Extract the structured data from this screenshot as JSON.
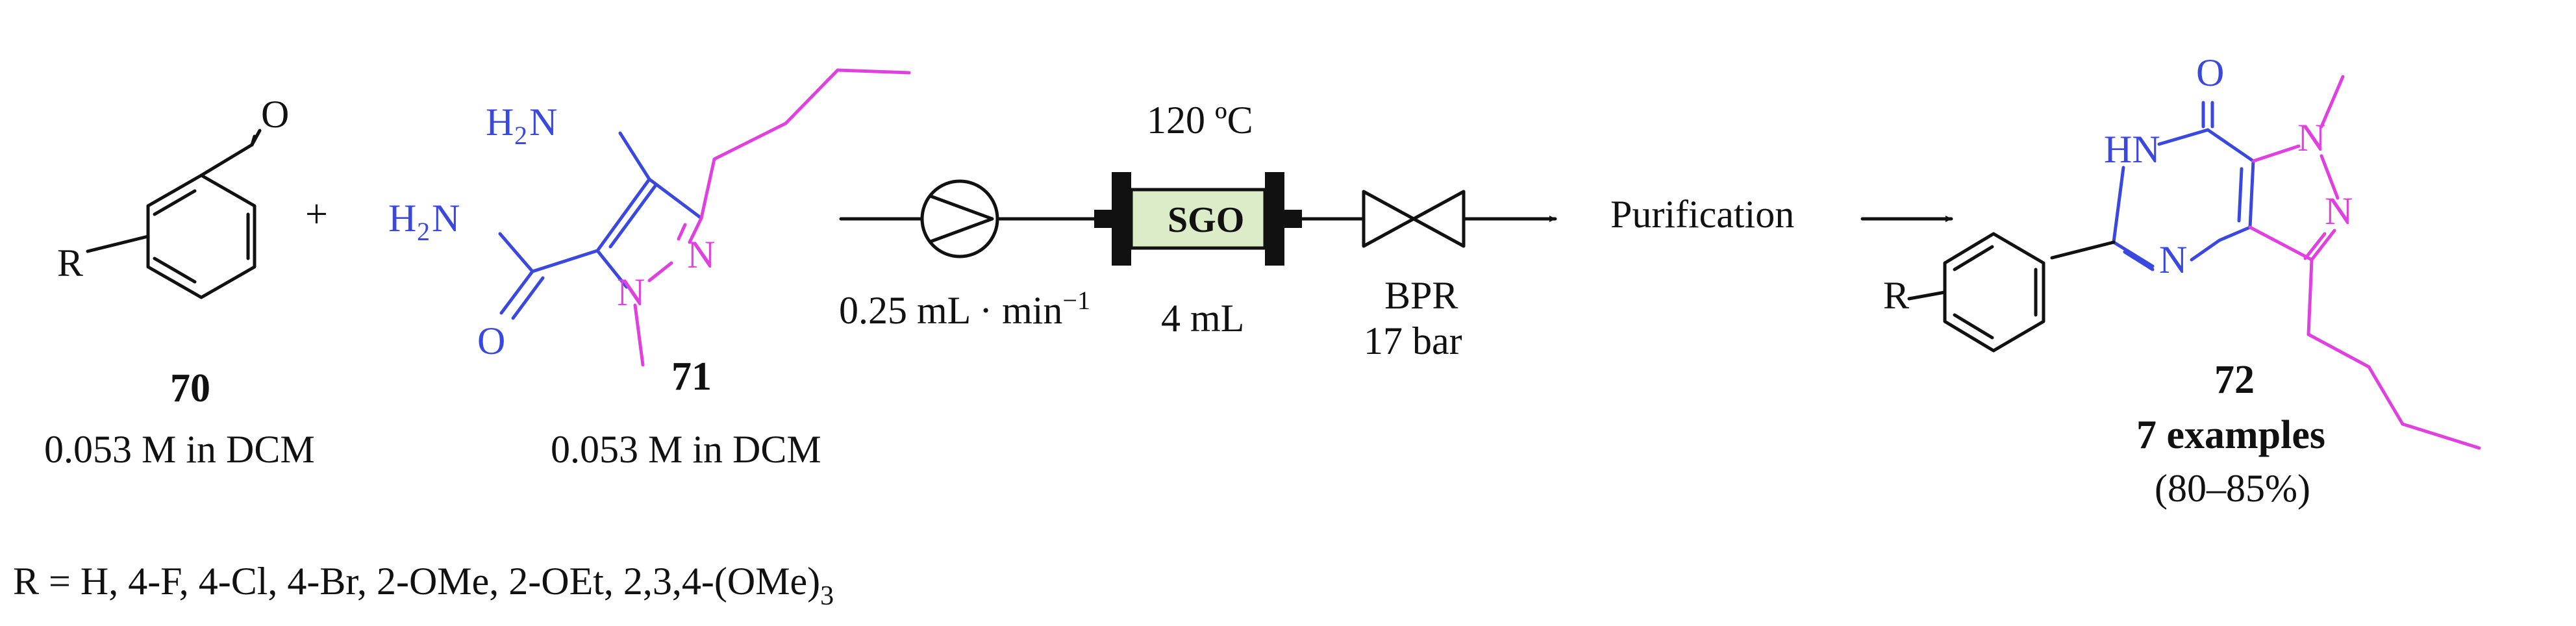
{
  "reactant_aldehyde": {
    "r_label": "R",
    "o_label": "O",
    "compound_number": "70",
    "concentration": "0.053 M in DCM"
  },
  "plus_sign": "+",
  "reactant_pyrazole": {
    "nh2_top_label": "H",
    "nh2_top_sub": "2",
    "nh2_top_n": "N",
    "amide_label": "H",
    "amide_sub": "2",
    "amide_n": "N",
    "o_label": "O",
    "n_label_1": "N",
    "n_label_2": "N",
    "compound_number": "71",
    "concentration": "0.053 M in DCM"
  },
  "flow_setup": {
    "temperature": "120 ºC",
    "reactor_label": "SGO",
    "reactor_volume": "4 mL",
    "flow_rate": "0.25 mL · min",
    "flow_rate_exp": "−1",
    "bpr_label": "BPR",
    "bpr_pressure": "17 bar",
    "purification_label": "Purification"
  },
  "product": {
    "o_label": "O",
    "hn_label": "HN",
    "n_methyl_label": "N",
    "n_label": "N",
    "n_ring_label": "N",
    "r_label": "R",
    "compound_number": "72",
    "examples": "7 examples",
    "yield": "(80–85%)"
  },
  "substituents_line": {
    "text": "R = H, 4-F, 4-Cl, 4-Br, 2-OMe, 2-OEt, 2,3,4-(OMe)",
    "subscript": "3"
  },
  "colors": {
    "black": "#111111",
    "blue": "#3a48e0",
    "magenta": "#e040e0",
    "reactor_fill": "#dcebc8"
  }
}
